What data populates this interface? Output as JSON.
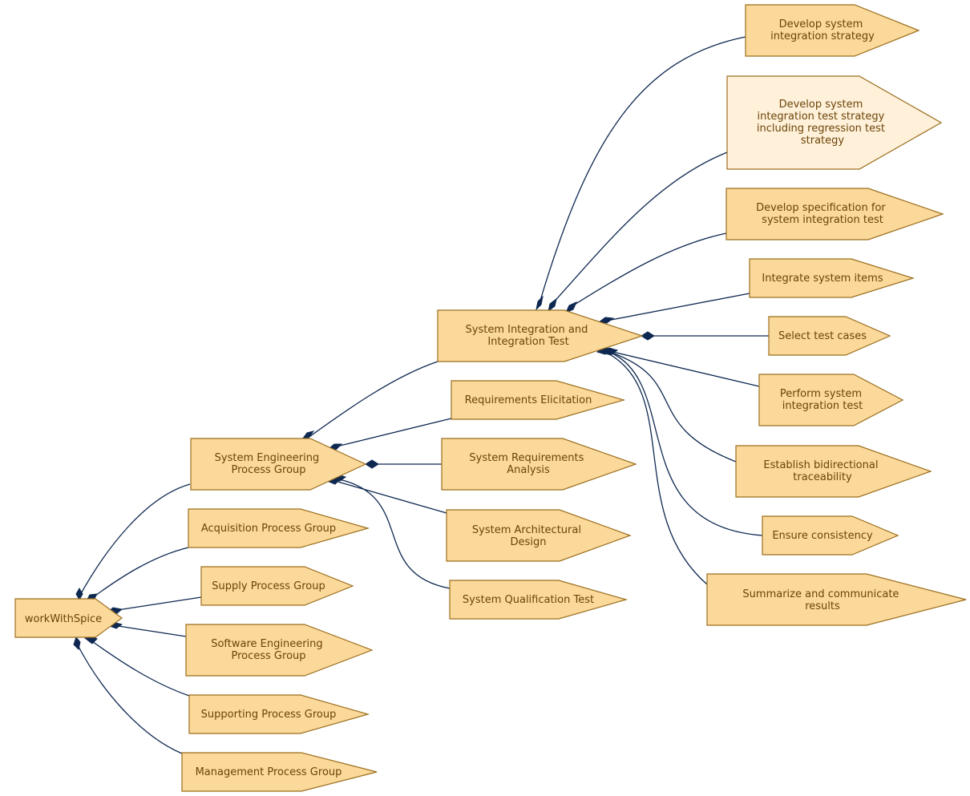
{
  "nodes": {
    "root": {
      "label": [
        "workWithSpice"
      ]
    },
    "acquisition": {
      "label": [
        "Acquisition Process Group"
      ]
    },
    "supply": {
      "label": [
        "Supply Process Group"
      ]
    },
    "software_eng": {
      "label": [
        "Software Engineering",
        "Process Group"
      ]
    },
    "supporting": {
      "label": [
        "Supporting Process Group"
      ]
    },
    "management": {
      "label": [
        "Management Process Group"
      ]
    },
    "system_eng": {
      "label": [
        "System Engineering",
        "Process Group"
      ]
    },
    "req_elicitation": {
      "label": [
        "Requirements Elicitation"
      ]
    },
    "sys_req_analysis": {
      "label": [
        "System Requirements",
        "Analysis"
      ]
    },
    "sys_arch_design": {
      "label": [
        "System Architectural",
        "Design"
      ]
    },
    "sys_qual_test": {
      "label": [
        "System Qualification Test"
      ]
    },
    "sys_int_test": {
      "label": [
        "System Integration and",
        "Integration Test"
      ]
    },
    "dev_int_strategy": {
      "label": [
        "Develop system",
        "integration strategy"
      ]
    },
    "dev_int_test_strategy": {
      "label": [
        "Develop system",
        "integration test strategy",
        "including regression test",
        "strategy"
      ]
    },
    "dev_spec": {
      "label": [
        "Develop specification for",
        "system integration test"
      ]
    },
    "integrate_items": {
      "label": [
        "Integrate system items"
      ]
    },
    "select_cases": {
      "label": [
        "Select test cases"
      ]
    },
    "perform_test": {
      "label": [
        "Perform system",
        "integration test"
      ]
    },
    "bidir_trace": {
      "label": [
        "Establish bidirectional",
        "traceability"
      ]
    },
    "consistency": {
      "label": [
        "Ensure consistency"
      ]
    },
    "summarize": {
      "label": [
        "Summarize and communicate",
        "results"
      ]
    }
  },
  "colors": {
    "node_fill": "#fbd99b",
    "node_fill_light": "#fff0da",
    "node_stroke": "#9b6f1e",
    "node_text": "#6b4507",
    "edge": "#0e2851"
  }
}
